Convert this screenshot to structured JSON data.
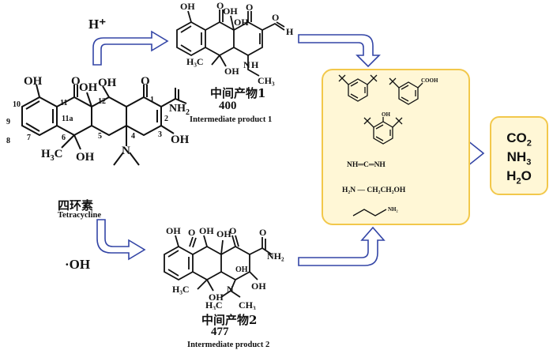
{
  "reagents": {
    "acid": "H⁺",
    "radical": "·OH"
  },
  "tetracycline": {
    "name_cn": "四环素",
    "name_en": "Tetracycline",
    "atom_labels": {
      "oh_top": "OH",
      "o_11": "O",
      "oh_12": "OH",
      "oh_12a": "OH",
      "o_1": "O",
      "nh2": "NH",
      "nh2_sub": "2",
      "oh_3": "OH",
      "h3c": "H",
      "h3c_sub": "3",
      "h3c_c": "C",
      "oh_6": "OH",
      "n": "N"
    },
    "numbers": [
      "10",
      "9",
      "8",
      "7",
      "6",
      "5",
      "4",
      "3",
      "2",
      "1",
      "11",
      "12",
      "11a"
    ]
  },
  "intermediate1": {
    "name_cn": "中间产物1",
    "mass": "400",
    "name_en": "Intermediate product 1",
    "atom_labels": {
      "oh_top": "OH",
      "o": "O",
      "oh_a": "OH",
      "oh_b": "OH",
      "o_ring": "O",
      "o_ald": "O",
      "h_ald": "H",
      "h3c": "H₃C",
      "oh": "OH",
      "nh": "N",
      "nh_h": "H",
      "ch3": "CH₃"
    }
  },
  "intermediate2": {
    "name_cn": "中间产物2",
    "mass": "477",
    "name_en": "Intermediate product 2",
    "atom_labels": {
      "oh_top": "OH",
      "o_a": "O",
      "oh_a": "OH",
      "oh_b": "OH",
      "o_b": "O",
      "o_c": "O",
      "nh2": "NH₂",
      "oh_c": "OH",
      "oh_d": "OH",
      "h3c": "H₃C",
      "oh_e": "OH",
      "n": "N",
      "ch3a": "H₃C",
      "ch3b": "CH₃"
    }
  },
  "products_box": {
    "molecules": [
      {
        "type": "di-tert-butylbenzene"
      },
      {
        "type": "tert-butylbenzoic-acid",
        "label": "COOH"
      },
      {
        "type": "di-tert-butylphenol",
        "label": "OH"
      },
      {
        "type": "carbodiimide",
        "label": "NH═C═NH"
      },
      {
        "type": "ethanolamine",
        "label": "H₂N — CH₂CH₂OH"
      },
      {
        "type": "propylamine",
        "label": "NH₂"
      }
    ]
  },
  "final_products": [
    "CO",
    "2",
    "NH",
    "3",
    "H",
    "2",
    "O"
  ],
  "colors": {
    "arrow_stroke": "#3345a6",
    "arrow_fill": "#ffffff",
    "box_border": "#f2c84b",
    "box_fill": "#fff7d6"
  }
}
